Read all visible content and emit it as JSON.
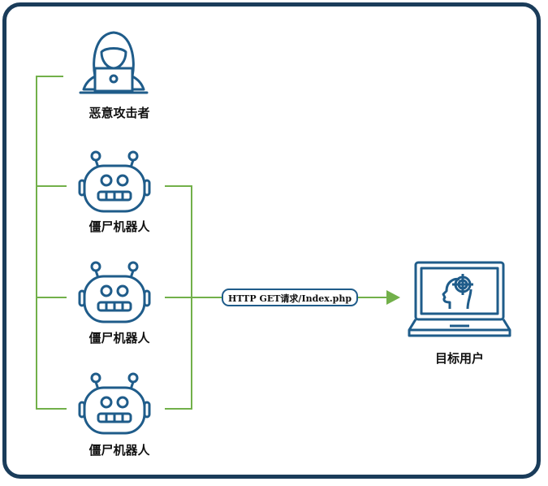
{
  "diagram": {
    "title": "Botnet HTTP GET flood",
    "nodes": {
      "attacker": {
        "label": "恶意攻击者",
        "icon": "hacker-icon"
      },
      "bots": [
        {
          "label": "僵尸机器人",
          "icon": "robot-icon"
        },
        {
          "label": "僵尸机器人",
          "icon": "robot-icon"
        },
        {
          "label": "僵尸机器人",
          "icon": "robot-icon"
        }
      ],
      "target": {
        "label": "目标用户",
        "icon": "laptop-target-icon"
      }
    },
    "edge": {
      "label": "HTTP GET请求/Index.php"
    },
    "colors": {
      "frame": "#1a3c5a",
      "icon": "#1f5c8a",
      "connector": "#72b04a"
    }
  }
}
